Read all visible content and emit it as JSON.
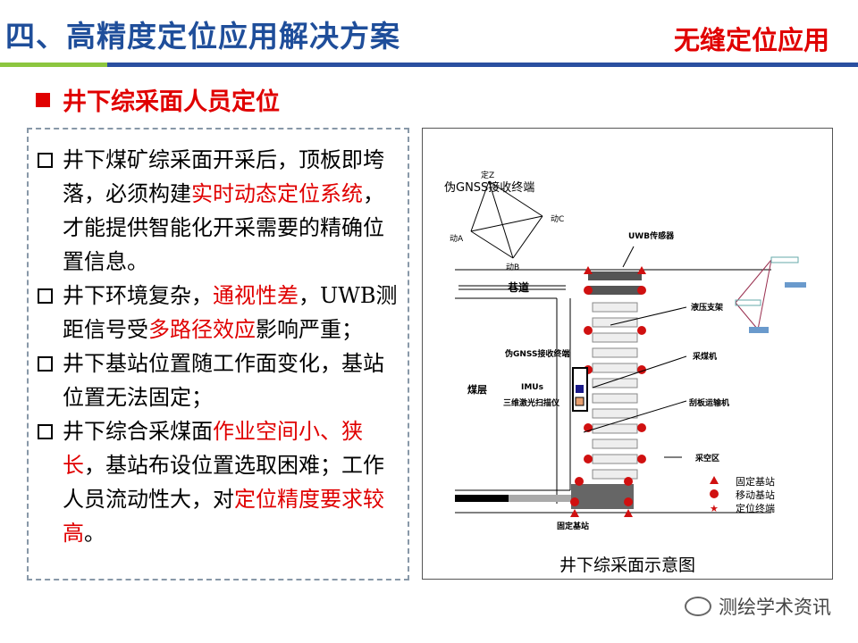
{
  "header": {
    "title": "四、高精度定位应用解决方案",
    "subtitle": "无缝定位应用"
  },
  "section": {
    "title": "井下综采面人员定位"
  },
  "bullets": [
    {
      "parts": [
        {
          "t": "井下煤矿综采面开采后，顶板即垮落，必须构建"
        },
        {
          "t": "实时动态定位系统",
          "red": true
        },
        {
          "t": "，才能提供智能化开采需要的精确位置信息。"
        }
      ]
    },
    {
      "parts": [
        {
          "t": "井下环境复杂，"
        },
        {
          "t": "通视性差",
          "red": true
        },
        {
          "t": "，UWB测距信号受"
        },
        {
          "t": "多路径效应",
          "red": true
        },
        {
          "t": "影响严重；"
        }
      ]
    },
    {
      "parts": [
        {
          "t": "井下基站位置随工作面变化，基站位置无法固定；"
        }
      ]
    },
    {
      "parts": [
        {
          "t": "井下综合采煤面"
        },
        {
          "t": "作业空间小、狭长",
          "red": true
        },
        {
          "t": "，基站布设位置选取困难；工作人员流动性大，对"
        },
        {
          "t": "定位精度要求较高",
          "red": true
        },
        {
          "t": "。"
        }
      ]
    }
  ],
  "figure": {
    "caption": "井下综采面示意图",
    "labels": {
      "gnss": "伪GNSS接收终端",
      "z": "定Z",
      "a": "动A",
      "b": "动B",
      "c": "动C",
      "uwb": "UWB传感器",
      "tunnel": "巷道",
      "support": "液压支架",
      "shearer": "采煤机",
      "conveyor": "刮板运输机",
      "goaf": "采空区",
      "seam": "煤层",
      "gnss2": "伪GNSS接收终端",
      "imu": "IMUs",
      "laser": "三维激光扫描仪",
      "fixed_base": "固定基站"
    },
    "legend": [
      {
        "label": "固定基站",
        "symbol": "triangle"
      },
      {
        "label": "移动基站",
        "symbol": "circle"
      },
      {
        "label": "定位终端",
        "symbol": "star"
      }
    ],
    "colors": {
      "marker": "#d01010"
    }
  },
  "watermark": {
    "text": "测绘学术资讯"
  }
}
